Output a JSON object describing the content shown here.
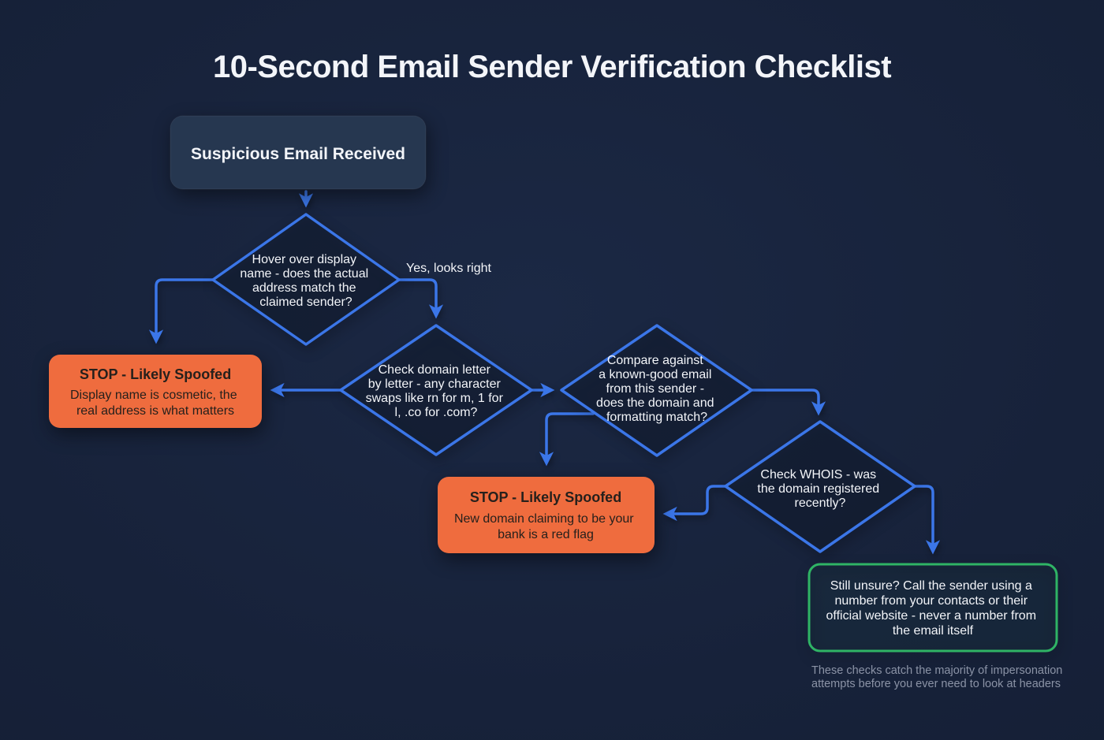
{
  "title": "10-Second Email Sender Verification Checklist",
  "colors": {
    "background": "#17223A",
    "node_fill": "#263750",
    "edge_blue": "#3B76E8",
    "stop_orange": "#EF6C3E",
    "stop_text": "#26201C",
    "safe_green": "#2FB465",
    "text_white": "#F3F5F9",
    "footer_gray": "#8B93A6"
  },
  "nodes": {
    "start": {
      "label": "Suspicious Email Received"
    },
    "decision_display_name": {
      "lines": [
        "Hover over display",
        "name - does the actual",
        "address match the",
        "claimed sender?"
      ]
    },
    "decision_domain_letters": {
      "lines": [
        "Check domain letter",
        "by letter - any character",
        "swaps like rn for m, 1 for",
        "l, .co for .com?"
      ]
    },
    "decision_known_good": {
      "lines": [
        "Compare against",
        "a known-good email",
        "from this sender -",
        "does the domain and",
        "formatting match?"
      ]
    },
    "decision_whois": {
      "lines": [
        "Check WHOIS - was",
        "the domain registered",
        "recently?"
      ]
    },
    "stop_display": {
      "title": "STOP - Likely Spoofed",
      "lines": [
        "Display name is cosmetic, the",
        "real address is what matters"
      ]
    },
    "stop_domain": {
      "title": "STOP - Likely Spoofed",
      "lines": [
        "New domain claiming to be your",
        "bank is a red flag"
      ]
    },
    "safe_call": {
      "lines": [
        "Still unsure? Call the sender using a",
        "number from your contacts or their",
        "official website - never a number from",
        "the email itself"
      ]
    }
  },
  "edge_labels": {
    "yes_looks_right": "Yes, looks right"
  },
  "footer": {
    "lines": [
      "These checks catch the majority of impersonation",
      "attempts before you ever need to look at headers"
    ]
  }
}
